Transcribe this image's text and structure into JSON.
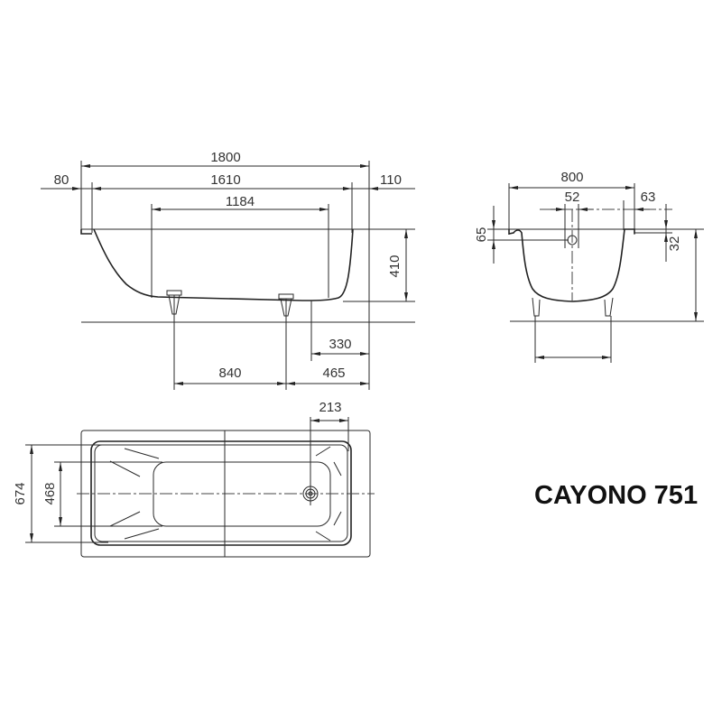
{
  "product": {
    "title": "CAYONO 751"
  },
  "side_view": {
    "dims": {
      "overall_length": "1800",
      "inner_length": "1610",
      "left_rim": "80",
      "right_rim": "110",
      "flat_bottom": "1184",
      "height": "410",
      "drain_offset": "330",
      "foot_spacing": "840",
      "foot_to_end": "465"
    }
  },
  "end_view": {
    "dims": {
      "overall_width": "800",
      "overflow_diameter": "52",
      "rim_edge": "63",
      "overflow_height": "65",
      "rim_drop": "32"
    }
  },
  "top_view": {
    "dims": {
      "inner_width": "674",
      "bottom_width": "468",
      "drain_from_end": "213"
    }
  },
  "colors": {
    "line": "#2a2a2a",
    "background": "#ffffff"
  }
}
